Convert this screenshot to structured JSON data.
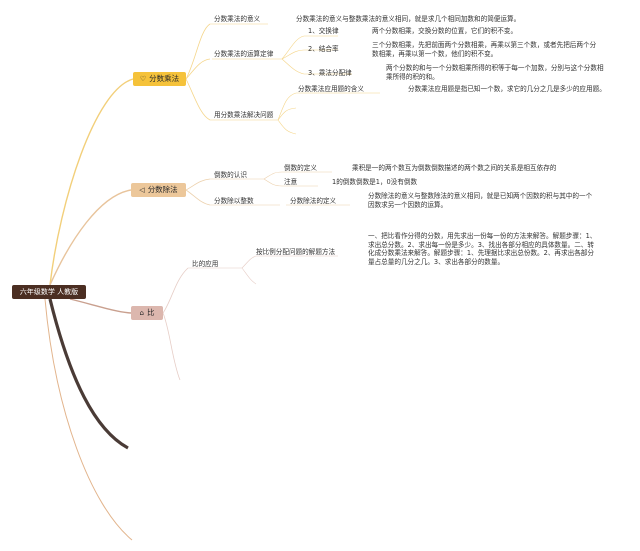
{
  "root": {
    "title": "六年级数学 人教版"
  },
  "branches": {
    "b1": {
      "title": "分数乘法",
      "icon": "heart-icon",
      "color": "#f5c23a",
      "meaning_label": "分数乘法的意义",
      "meaning_text": "分数乘法的意义与整数乘法的意义相同，就是求几个相同加数和的简便运算。",
      "law_label": "分数乘法的运算定律",
      "law1_label": "1、交换律",
      "law1_text": "两个分数相乘，交换分数的位置，它们的积不变。",
      "law2_label": "2、结合率",
      "law2_text": "三个分数相乘，先把前面两个分数相乘，再乘以第三个数，或者先把后两个分数相乘，再乘以第一个数，他们的积不变。",
      "law3_label": "3、乘法分配律",
      "law3_text": "两个分数的和与一个分数相乘所得的积等于每一个加数，分别与这个分数相乘所得的积的和。",
      "solve_label": "用分数乘法解决问题",
      "solve_sub_label": "分数乘法应用题的含义",
      "solve_sub_text": "分数乘法应用题是指已知一个数，求它的几分之几是多少的应用题。"
    },
    "b2": {
      "title": "分数除法",
      "icon": "send-icon",
      "color": "#ecc79a",
      "reciprocal_label": "倒数的认识",
      "def_label": "倒数的定义",
      "def_text": "乘积是一的两个数互为倒数倒数描述的两个数之间的关系是相互依存的",
      "note_label": "注意",
      "note_text": "1的倒数倒数是1，0没有倒数",
      "div_label": "分数除以整数",
      "div_def_label": "分数除法的定义",
      "div_def_text": "分数除法的意义与整数除法的意义相同，就是已知两个因数的积与其中的一个因数求另一个因数的运算。"
    },
    "b3": {
      "title": "比",
      "icon": "home-icon",
      "color": "#dcb7ae",
      "app_label": "比的应用",
      "method_label": "按比例分配问题的解题方法",
      "method_text": "一、把比看作分得的分数，用先求出一份每一份的方法来解答。解题步骤：1、求出总分数。2、求出每一份是多少。3、找出各部分相应的具体数量。二、转化成分数乘法来解答。解题步骤：1、先理据比求出总份数。2、再求出各部分量占总量的几分之几。3、求出各部分的数量。"
    }
  },
  "colors": {
    "root": "#4b2e22",
    "line_yellow": "#f2cf7a",
    "line_tan": "#e8c49c",
    "line_brown": "#c9a08f",
    "line_dark": "#4a3b36",
    "line_thin": "#e2b48c"
  }
}
